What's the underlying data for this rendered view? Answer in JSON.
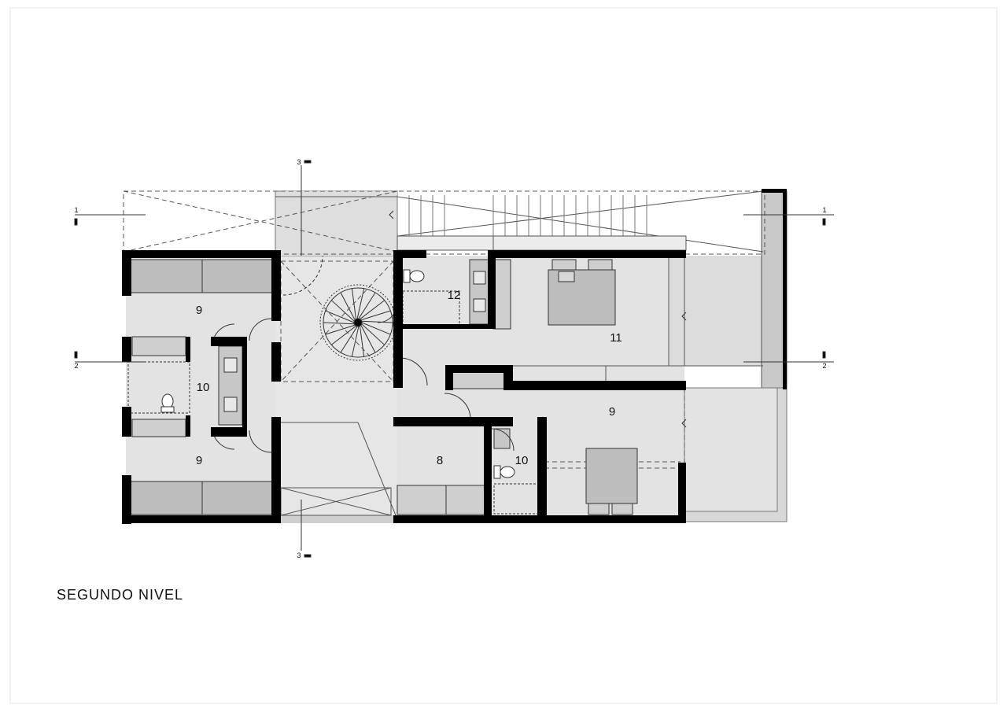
{
  "drawing": {
    "title": "SEGUNDO  NIVEL"
  },
  "sections": {
    "s1_left": "1",
    "s1_right": "1",
    "s2_left": "2",
    "s2_right": "2",
    "s3_top": "3",
    "s3_bottom": "3"
  },
  "rooms": {
    "bedroom_nw": "9",
    "bath_w": "10",
    "bedroom_sw": "9",
    "bath_n": "12",
    "master_bedroom": "11",
    "bedroom_e": "9",
    "study": "8",
    "bath_s": "10"
  },
  "colors": {
    "wall": "#000000",
    "floor": "#e3e3e3",
    "terrace": "#cfcfcf",
    "line": "#444444",
    "paper_border": "#dddddd"
  }
}
